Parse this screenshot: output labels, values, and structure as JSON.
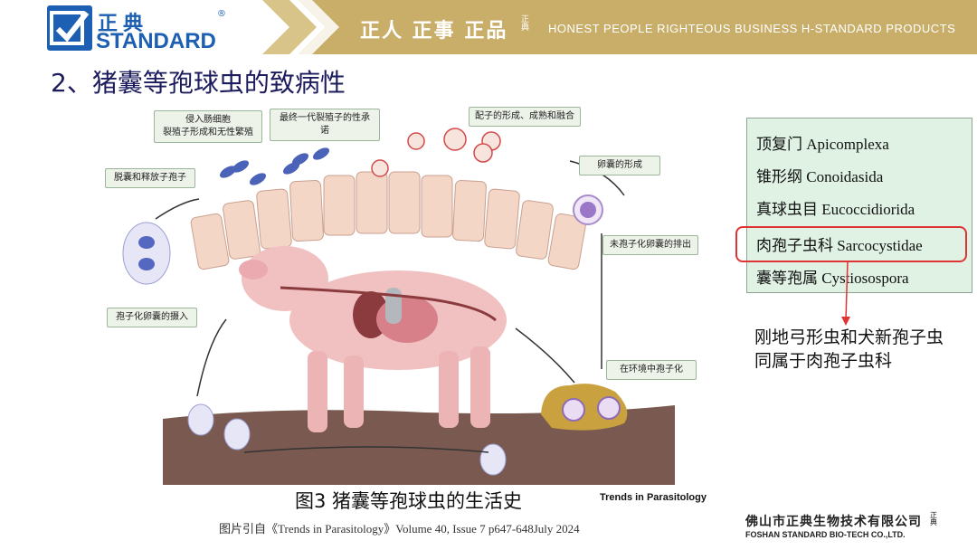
{
  "header": {
    "logo_cn": "正典",
    "logo_en": "STANDARD",
    "logo_reg": "®",
    "slogan_cn": "正人 正事 正品",
    "slogan_seal": "正典",
    "slogan_en": "HONEST PEOPLE RIGHTEOUS BUSINESS H-STANDARD PRODUCTS",
    "band_color": "#c9ae6a",
    "brand_color": "#1d5fb3"
  },
  "title": "2、猪囊等孢球虫的致病性",
  "figure": {
    "callouts": {
      "invade": "侵入肠细胞\n裂殖子形成和无性繁殖",
      "last_gen": "最终一代裂殖子的性承诺",
      "gamete": "配子的形成、成熟和融合",
      "excyst": "脱囊和释放子孢子",
      "oocyst_form": "卵囊的形成",
      "unsporulated": "未孢子化卵囊的排出",
      "ingest": "孢子化卵囊的摄入",
      "sporulate": "在环境中孢子化"
    },
    "caption": "图3 猪囊等孢球虫的生活史",
    "journal_mark": "Trends in Parasitology",
    "source": "图片引自《Trends in Parasitology》Volume 40, Issue 7 p647-648July 2024"
  },
  "taxonomy": {
    "rows": [
      "顶复门 Apicomplexa",
      "锥形纲 Conoidasida",
      "真球虫目 Eucoccidiorida",
      "肉孢子虫科 Sarcocystidae",
      "囊等孢属 Cystiosospora"
    ],
    "highlight_color": "#e03434",
    "box_color": "#dff2e4"
  },
  "note": {
    "line1": "刚地弓形虫和犬新孢子虫",
    "line2": "同属于肉孢子虫科"
  },
  "footer": {
    "company_cn": "佛山市正典生物技术有限公司",
    "company_en": "FOSHAN STANDARD BIO-TECH CO.,LTD.",
    "seal": "正典"
  }
}
